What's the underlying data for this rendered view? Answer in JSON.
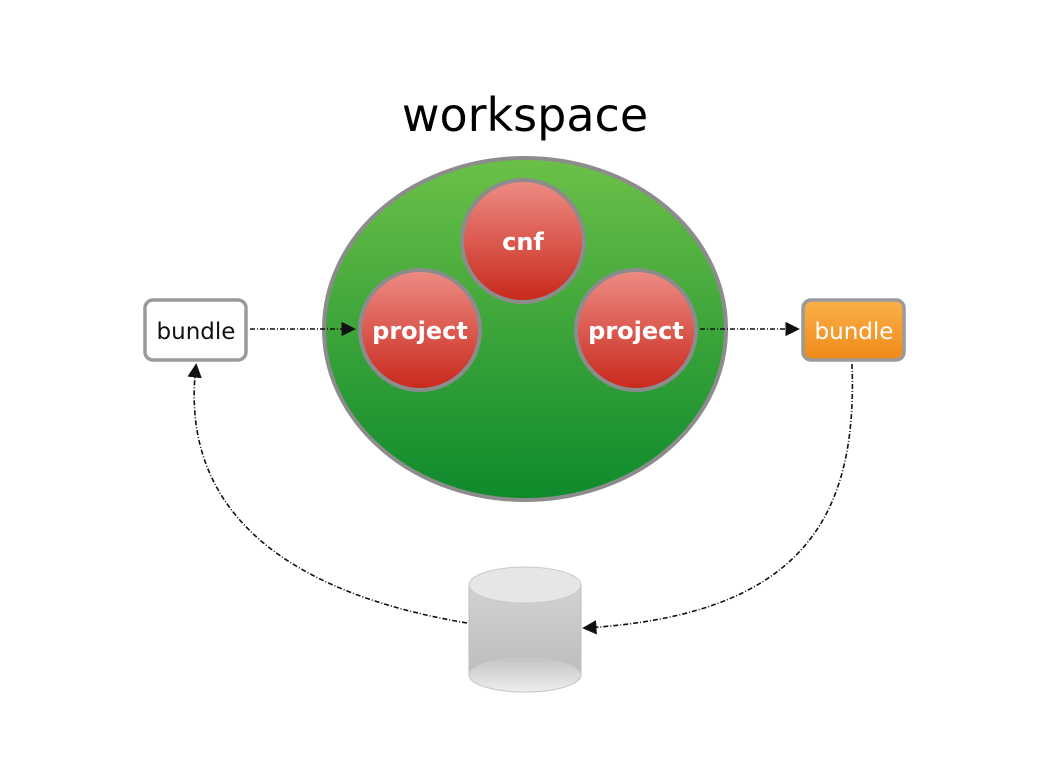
{
  "diagram": {
    "title": "workspace",
    "nodes": {
      "cnf": {
        "label": "cnf"
      },
      "project_left": {
        "label": "project"
      },
      "project_right": {
        "label": "project"
      },
      "bundle_input": {
        "label": "bundle"
      },
      "bundle_output": {
        "label": "bundle"
      },
      "repository": {
        "label": ""
      }
    },
    "edges": [
      {
        "from": "bundle_input",
        "to": "project_left"
      },
      {
        "from": "project_right",
        "to": "bundle_output"
      },
      {
        "from": "bundle_output",
        "to": "repository"
      },
      {
        "from": "repository",
        "to": "bundle_input"
      }
    ],
    "colors": {
      "workspace_fill_top": "#6cc048",
      "workspace_fill_bottom": "#0d8a2c",
      "node_fill_top": "#ee8c84",
      "node_fill_bottom": "#c8281c",
      "border_gray": "#8c8c8c",
      "bundle_output_fill": "#f59a2a",
      "repository_fill": "#cfcfcf"
    }
  }
}
